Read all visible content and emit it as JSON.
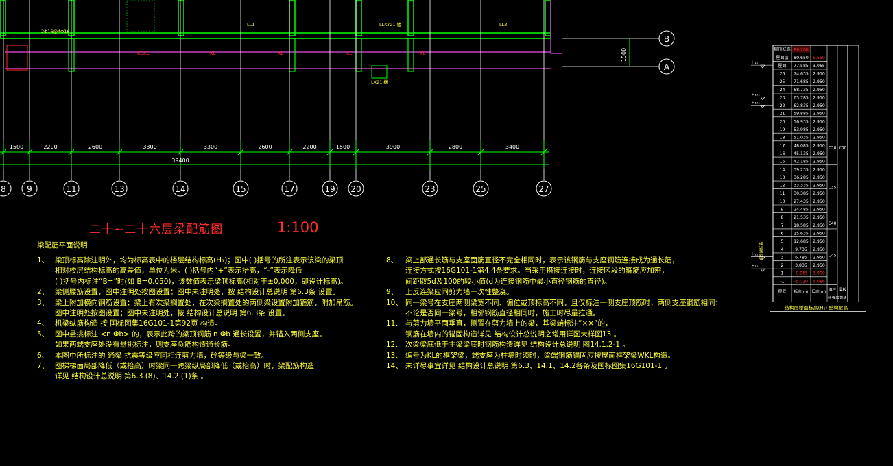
{
  "drawing": {
    "title": "二十~二十六层梁配筋图",
    "scale": "1:100",
    "notes_heading": "梁配筋平面说明"
  },
  "colors": {
    "background": "#000000",
    "grid": "#ffffff",
    "dimension": "#00ff00",
    "beam": "#c040c0",
    "notes": "#ffff3c",
    "title": "#ff2d2d",
    "bubble": "#ffffff"
  },
  "axes": {
    "vertical": [
      "8",
      "9",
      "11",
      "13",
      "14",
      "15",
      "17",
      "19",
      "20",
      "23",
      "25",
      "27"
    ],
    "horizontal": [
      "B",
      "A"
    ]
  },
  "dimensions": {
    "segments": [
      "1500",
      "2200",
      "2600",
      "3300",
      "3300",
      "2600",
      "2200",
      "1500",
      "3900",
      "2800",
      "3400"
    ],
    "total": "39400",
    "side": "1500"
  },
  "beam_labels": [
    "LL1",
    "LLKY21 楼",
    "LL3",
    "LX21 楼",
    "2Φ16@4Φ16"
  ],
  "notes_left": [
    {
      "n": "1、",
      "lines": [
        "梁顶标高除注明外，均为标高表中的楼层结构标高(H₁)；图中(    )括号的所注表示该梁的梁顶",
        "相对楼层结构标高的高差值，单位为米。(    )括号内“+”表示抬高，“-”表示降低",
        "(    )括号内标注“B=”时(如 B=0.050)，该数值表示梁顶标高(相对于±0.000，即设计标高)。"
      ]
    },
    {
      "n": "2、",
      "lines": [
        "梁侧腰筋设置，图中注明处按图设置；图中未注明处，按 结构设计总说明 第6.3条 设置。"
      ]
    },
    {
      "n": "3、",
      "lines": [
        "梁上附加横向钢筋设置：梁上有次梁搁置处，在次梁搁置处的两侧梁设置附加箍筋，附加吊筋。",
        "图中注明处按图设置；图中未注明处，按 结构设计总说明 第6.3条 设置。"
      ]
    },
    {
      "n": "4、",
      "lines": [
        "机梁纵筋构造 按 国标图集16G101-1第92页 构造。"
      ]
    },
    {
      "n": "5、",
      "lines": [
        "图中悬挑标注 <n Φb> 的，表示此跨的梁顶钢筋 n Φb 通长设置，并锚入两侧支座。",
        "如果两端支座处没有悬挑标注，则支座负筋构造通长筋。"
      ]
    },
    {
      "n": "6、",
      "lines": [
        "本图中所标注的 通梁 抗震等级应同相连剪力墙，砼等级与梁一致。"
      ]
    },
    {
      "n": "7、",
      "lines": [
        "图梯梯面局部降低（或抬高）时梁同一跨梁纵局部降低（或抬高）时，梁配筋构造",
        "详见 结构设计总说明 第6.3.(8)、14.2.(1)条 。"
      ]
    }
  ],
  "notes_right": [
    {
      "n": "8、",
      "lines": [
        "梁上部通长筋与支座面筋直径不完全相同时，表示该钢筋与支座钢筋连接成为通长筋，",
        "连接方式按16G101-1第4.4条要求。当采用搭接连接时，连接区段的箍筋应加密，",
        "间距取5d及100的较小值(d为连接钢筋中最小直径钢筋的直径)。"
      ]
    },
    {
      "n": "9、",
      "lines": [
        "上反连梁应同剪力墙一次性整浇。"
      ]
    },
    {
      "n": "10、",
      "lines": [
        "同一梁号在支座两侧梁宽不同、偏位或顶标高不同，且仅标注一侧支座顶筋时，两侧支座钢筋相同；",
        "不论是否同一梁号，相邻钢筋直径相同时，施工时尽量拉通。"
      ]
    },
    {
      "n": "11、",
      "lines": [
        "与剪力墙平面垂直，侧置在剪力墙上的梁，其梁端标注“××”的，",
        "钢筋在墙内的锚固构造详见 结构设计总说明之常用详图大样图13 。"
      ]
    },
    {
      "n": "12、",
      "lines": [
        "次梁梁底低于主梁梁底时钢筋构造详见 结构设计总说明 图14.1.2-1 。"
      ]
    },
    {
      "n": "13、",
      "lines": [
        "编号为KL的框架梁，端支座为柱墙时须时，梁端钢筋锚固应按屋面框架梁WKL构造。"
      ]
    },
    {
      "n": "14、",
      "lines": [
        "未详尽事宜详见 结构设计总说明 第6.3、14.1、14.2各条及国标图集16G101-1 。"
      ]
    }
  ],
  "floor_table": {
    "title": "结构层楼面标高(H₁)  结构层高",
    "header": [
      "层号",
      "标高(m)",
      "层高(m)"
    ],
    "rows": [
      [
        "屋顶标高",
        "86.200",
        ""
      ],
      [
        "屋面层",
        "80.650",
        "5.550"
      ],
      [
        "屋面",
        "77.585",
        "3.065"
      ],
      [
        "26",
        "74.635",
        "2.950"
      ],
      [
        "25",
        "71.685",
        "2.950"
      ],
      [
        "24",
        "68.735",
        "2.950"
      ],
      [
        "23",
        "65.785",
        "2.950"
      ],
      [
        "22",
        "62.835",
        "2.950"
      ],
      [
        "21",
        "59.885",
        "2.950"
      ],
      [
        "20",
        "56.935",
        "2.950"
      ],
      [
        "19",
        "53.985",
        "2.950"
      ],
      [
        "18",
        "51.035",
        "2.950"
      ],
      [
        "17",
        "48.085",
        "2.950"
      ],
      [
        "16",
        "45.135",
        "2.950"
      ],
      [
        "15",
        "42.185",
        "2.950"
      ],
      [
        "14",
        "39.235",
        "2.950"
      ],
      [
        "13",
        "36.285",
        "2.950"
      ],
      [
        "12",
        "33.335",
        "2.950"
      ],
      [
        "11",
        "30.385",
        "2.950"
      ],
      [
        "10",
        "27.435",
        "2.950"
      ],
      [
        "9",
        "24.485",
        "2.950"
      ],
      [
        "8",
        "21.535",
        "2.950"
      ],
      [
        "7",
        "18.585",
        "2.950"
      ],
      [
        "6",
        "15.635",
        "2.950"
      ],
      [
        "5",
        "12.685",
        "2.950"
      ],
      [
        "4",
        "9.735",
        "2.950"
      ],
      [
        "3",
        "6.785",
        "2.950"
      ],
      [
        "2",
        "3.835",
        "2.950"
      ],
      [
        "1",
        "-0.065",
        "3.900"
      ],
      [
        "-1",
        "-5.020",
        "5.086"
      ]
    ],
    "concrete_grades": [
      "C30",
      "C35",
      "C40",
      "C45",
      "C30"
    ],
    "level_marks": [
      "H₁₀",
      "H₁₀₁",
      "H₁₀₁",
      "H₁₆",
      "H₁₆"
    ],
    "footer_labels": [
      "墙柱",
      "梁板",
      "砼强度等级"
    ],
    "side_note": "嵌固端标高"
  }
}
